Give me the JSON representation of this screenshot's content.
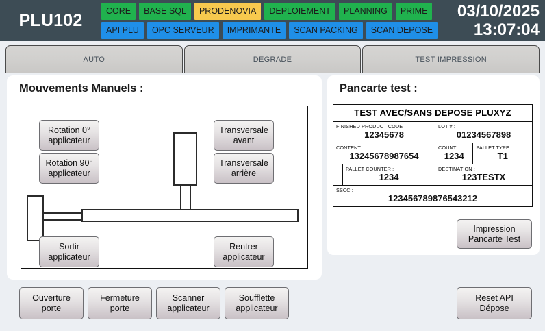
{
  "header": {
    "station_title": "PLU102",
    "date": "03/10/2025",
    "time": "13:07:04",
    "colors": {
      "green": "#20b24e",
      "amber": "#f7c94e",
      "blue": "#1f8fe8",
      "bar": "#3d4c55"
    },
    "status_row_1": [
      {
        "label": "CORE",
        "state": "green"
      },
      {
        "label": "BASE SQL",
        "state": "green"
      },
      {
        "label": "PRODENOVIA",
        "state": "amber"
      },
      {
        "label": "DEPLOIEMENT",
        "state": "green"
      },
      {
        "label": "PLANNING",
        "state": "green"
      },
      {
        "label": "PRIME",
        "state": "green"
      }
    ],
    "status_row_2": [
      {
        "label": "API PLU",
        "state": "blue"
      },
      {
        "label": "OPC SERVEUR",
        "state": "blue"
      },
      {
        "label": "IMPRIMANTE",
        "state": "blue"
      },
      {
        "label": "SCAN PACKING",
        "state": "blue"
      },
      {
        "label": "SCAN DEPOSE",
        "state": "blue"
      }
    ]
  },
  "tabs": [
    {
      "label": "AUTO"
    },
    {
      "label": "DEGRADE"
    },
    {
      "label": "TEST IMPRESSION"
    }
  ],
  "left_panel": {
    "title": "Mouvements Manuels :",
    "buttons": {
      "rotation_0": "Rotation 0°\napplicateur",
      "rotation_90": "Rotation 90°\napplicateur",
      "transversale_avant": "Transversale\navant",
      "transversale_arriere": "Transversale\narrière",
      "sortir": "Sortir\napplicateur",
      "rentrer": "Rentrer\napplicateur"
    }
  },
  "right_panel": {
    "title": "Pancarte test :",
    "pancarte": {
      "heading": "TEST AVEC/SANS DEPOSE PLUXYZ",
      "fields": {
        "finished_product_code_label": "FINISHED PRODUCT CODE :",
        "finished_product_code_value": "12345678",
        "lot_label": "LOT # :",
        "lot_value": "01234567898",
        "content_label": "CONTENT :",
        "content_value": "13245678987654",
        "count_label": "COUNT :",
        "count_value": "1234",
        "pallet_type_label": "PALLET TYPE :",
        "pallet_type_value": "T1",
        "pallet_counter_label": "PALLET COUNTER :",
        "pallet_counter_value": "1234",
        "destination_label": "DESTINATION :",
        "destination_value": "123TESTX",
        "sscc_label": "SSCC :",
        "sscc_value": "123456789876543212"
      }
    },
    "print_button": "Impression\nPancarte Test"
  },
  "bottom_bar": {
    "ouverture_porte": "Ouverture\nporte",
    "fermeture_porte": "Fermeture\nporte",
    "scanner_applicateur": "Scanner\napplicateur",
    "soufflette_applicateur": "Soufflette\napplicateur",
    "reset_api_depose": "Reset API\nDépose"
  }
}
